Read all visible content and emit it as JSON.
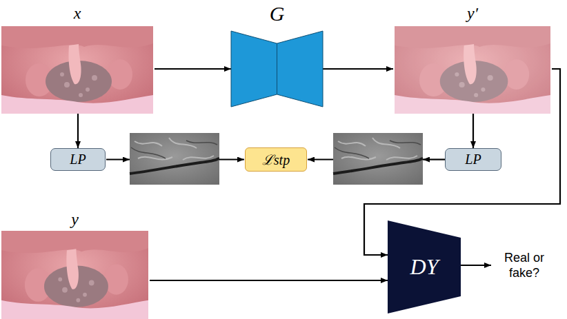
{
  "diagram": {
    "nodes": [
      {
        "text": [
          "x"
        ]
      },
      {
        "text": [
          "G"
        ]
      },
      {
        "text": [
          "y′"
        ]
      },
      {
        "text": [
          "LP"
        ]
      },
      {
        "text": [
          "ℒstp"
        ]
      },
      {
        "text": [
          "LP"
        ]
      },
      {
        "text": [
          "y"
        ]
      },
      {
        "text": [
          "DY"
        ]
      }
    ],
    "edges": [
      {
        "from": 0,
        "to": 1,
        "arrow": "to"
      },
      {
        "from": 1,
        "to": 2,
        "arrow": "to"
      },
      {
        "from": 0,
        "to": 3,
        "arrow": "to"
      },
      {
        "from": 2,
        "to": 5,
        "arrow": "to"
      },
      {
        "from": 2,
        "to": 7,
        "arrow": "to"
      },
      {
        "from": 6,
        "to": 7,
        "arrow": "to"
      }
    ],
    "labels": [
      "Real or fake?"
    ]
  }
}
